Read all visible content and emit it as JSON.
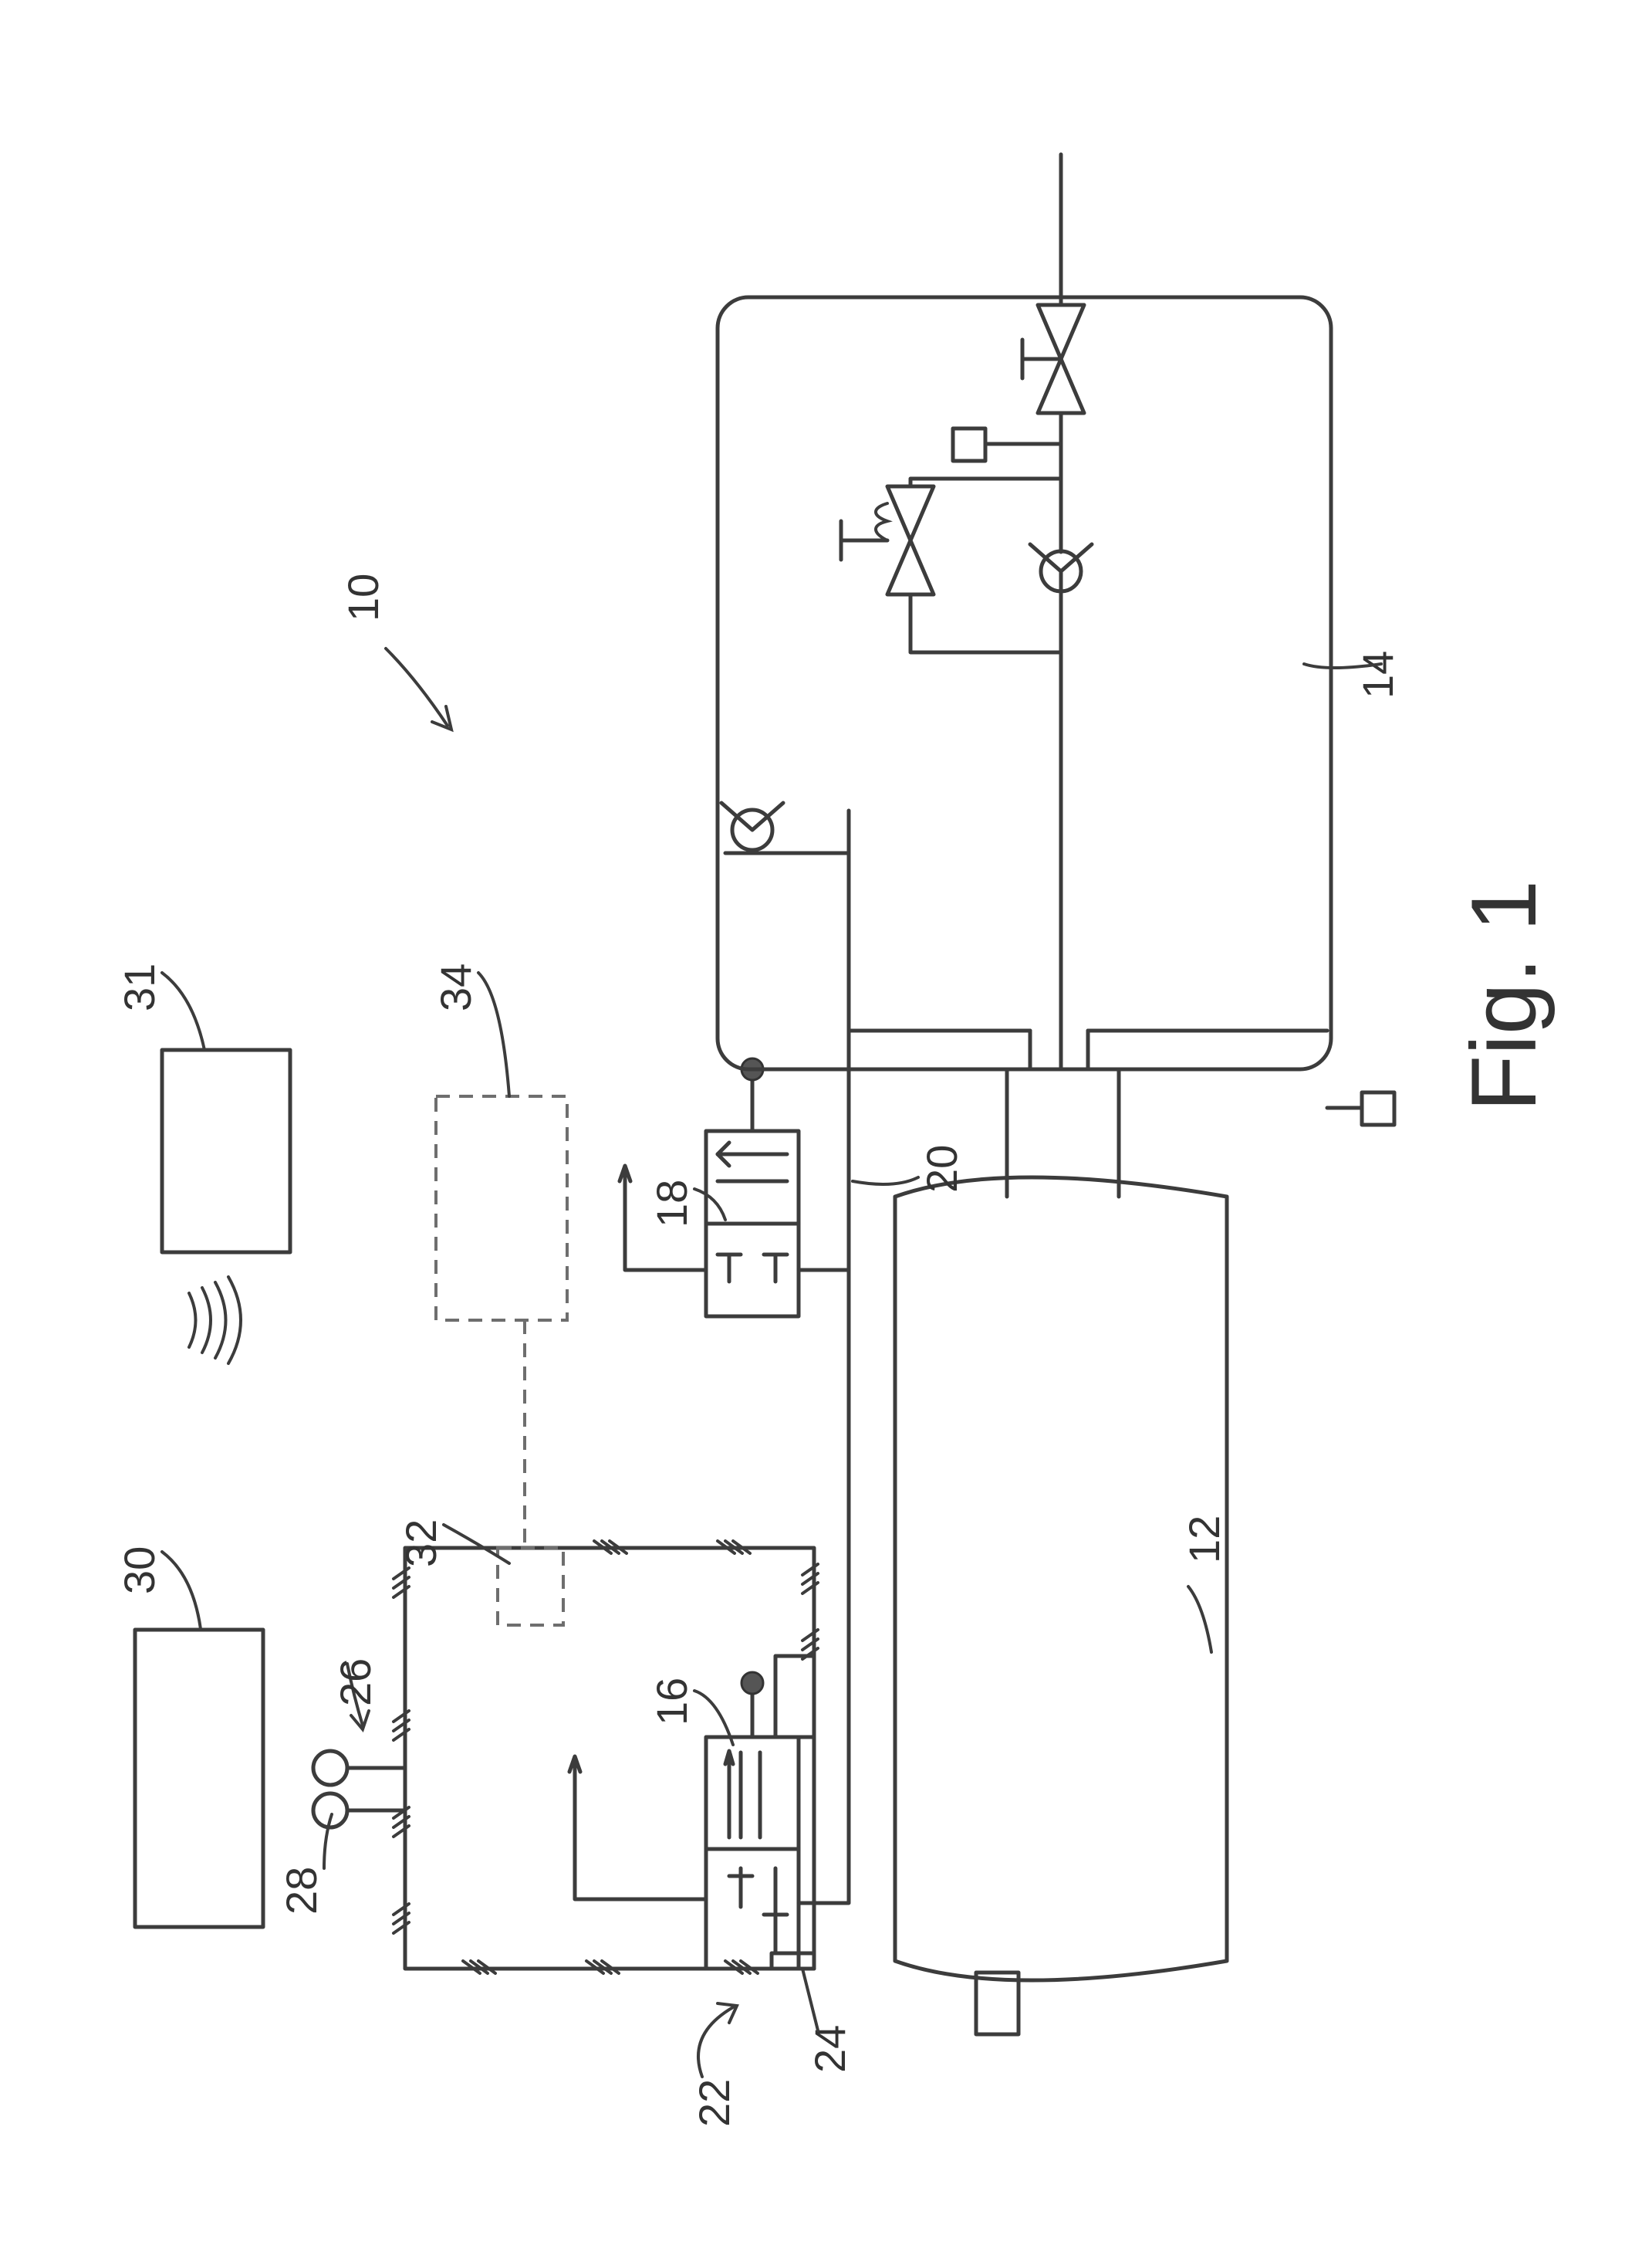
{
  "figure": {
    "caption": "Fig. 1",
    "orientation": "rotated-90-ccw"
  },
  "refs": [
    {
      "id": "r10",
      "label": "10"
    },
    {
      "id": "r12",
      "label": "12"
    },
    {
      "id": "r14",
      "label": "14"
    },
    {
      "id": "r16",
      "label": "16"
    },
    {
      "id": "r18",
      "label": "18"
    },
    {
      "id": "r20",
      "label": "20"
    },
    {
      "id": "r22",
      "label": "22"
    },
    {
      "id": "r24",
      "label": "24"
    },
    {
      "id": "r26",
      "label": "26"
    },
    {
      "id": "r28",
      "label": "28"
    },
    {
      "id": "r30",
      "label": "30"
    },
    {
      "id": "r31",
      "label": "31"
    },
    {
      "id": "r32",
      "label": "32"
    },
    {
      "id": "r34",
      "label": "34"
    }
  ]
}
